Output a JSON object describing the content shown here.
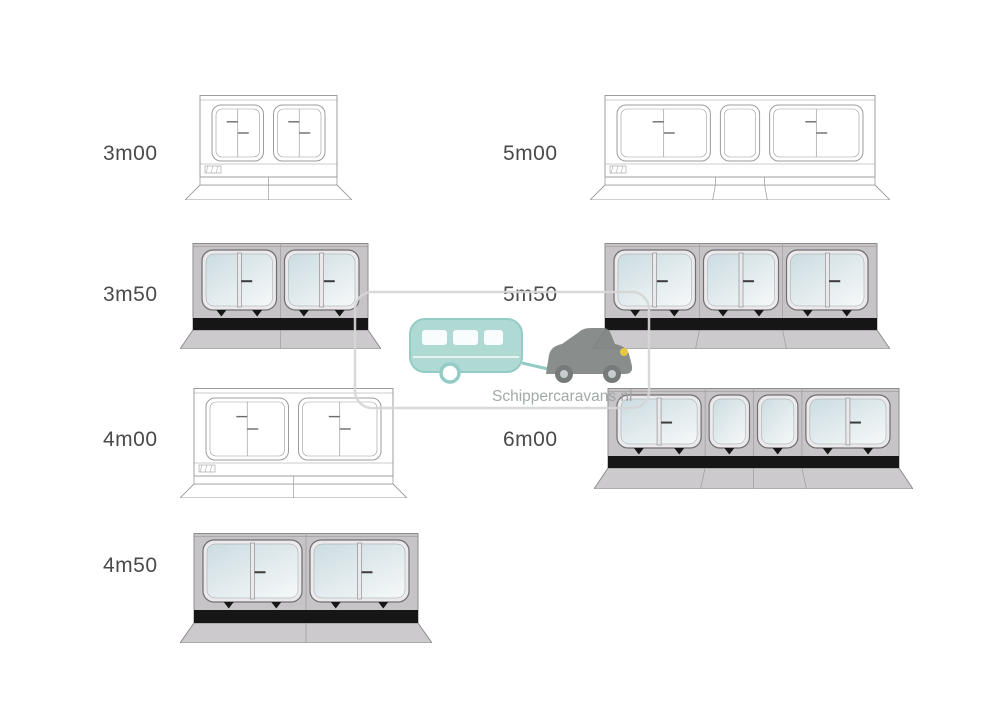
{
  "page": {
    "background": "#ffffff"
  },
  "items": [
    {
      "label": "3m00",
      "style": "outline",
      "windows": [
        1,
        1
      ]
    },
    {
      "label": "5m00",
      "style": "outline",
      "windows": [
        1,
        0.42,
        1
      ]
    },
    {
      "label": "3m50",
      "style": "filled",
      "windows": [
        1,
        1
      ]
    },
    {
      "label": "5m50",
      "style": "filled",
      "windows": [
        1,
        0.92,
        1
      ]
    },
    {
      "label": "4m00",
      "style": "outline",
      "windows": [
        1,
        1
      ]
    },
    {
      "label": "6m00",
      "style": "filled",
      "windows": [
        1,
        0.48,
        0.48,
        1
      ]
    },
    {
      "label": "4m50",
      "style": "filled",
      "windows": [
        1,
        1
      ]
    }
  ],
  "colors": {
    "label_text": "#4a4a4a",
    "outline_stroke": "#9c9c9c",
    "panel_fill": "#c7c4c7",
    "panel_edge": "#8d8d8d",
    "panel_seam": "#a39fa3",
    "skirt_fill": "#cdcacd",
    "window_frame": "#ebe9eb",
    "window_frame_edge": "#6f6f6f",
    "glass_light": "#f2f6f7",
    "glass_shade": "#ccdce1",
    "stripe": "#161616"
  },
  "watermark": {
    "text": "Schippercaravans.nl",
    "text_color": "#9aa3a2",
    "border_color": "#d6d6d6",
    "caravan_color": "#a9d6d0",
    "caravan_edge": "#8cc8c1",
    "car_color": "#7f8483",
    "headlight_color": "#e6c52f"
  }
}
